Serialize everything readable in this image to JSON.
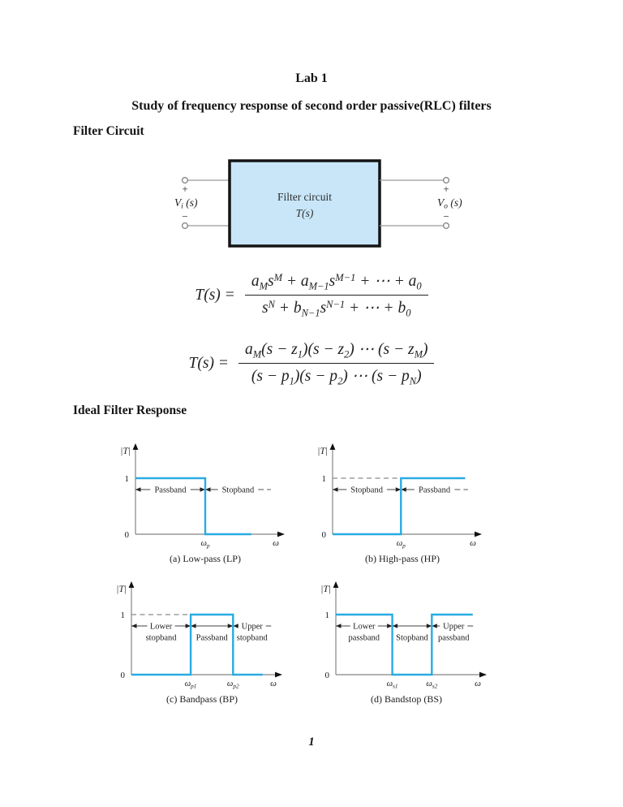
{
  "page": {
    "number": "1"
  },
  "header": {
    "title": "Lab 1",
    "subtitle": "Study of frequency response of second order passive(RLC) filters"
  },
  "sections": {
    "filter_circuit": "Filter Circuit",
    "ideal_filter_response": "Ideal Filter Response"
  },
  "colors": {
    "accent": "#29abe2",
    "circuit_box_fill": "#c8e6f8",
    "output_label": "#45a6d9",
    "axis": "#858585"
  },
  "circuit": {
    "box_line1": "Filter circuit",
    "box_line2": "T(s)",
    "input": {
      "plus": "+",
      "label": "V_[i] (s)",
      "minus": "−"
    },
    "output": {
      "plus": "+",
      "label": "V_[o] (s)",
      "minus": "−"
    }
  },
  "formulas": [
    {
      "lhs": "T(s) =",
      "num": "a_[M]s^[M] + a_[M−1]s^[M−1] + ⋯ + a_[0]",
      "den": "s^[N] + b_[N−1]s^[N−1] + ⋯ + b_[0]"
    },
    {
      "lhs": "T(s) =",
      "num": "a_[M](s − z_[1])(s − z_[2]) ⋯ (s − z_[M])",
      "den": "(s − p_[1])(s − p_[2]) ⋯ (s − p_[N])"
    }
  ],
  "chart_data": [
    {
      "type": "step",
      "id": "low-pass",
      "caption": "(a) Low-pass (LP)",
      "ylabel": "|T|",
      "xlabel": "ω",
      "yticks": [
        "1",
        "0"
      ],
      "ylim": [
        0,
        1
      ],
      "curve": [
        [
          0,
          1
        ],
        [
          0.5,
          1
        ],
        [
          0.5,
          0
        ],
        [
          0.83,
          0
        ]
      ],
      "dashed_ref": null,
      "bands": [
        {
          "x0": 0,
          "x1": 0.5,
          "lines": [
            "Passband"
          ],
          "right": "arrow"
        },
        {
          "x0": 0.5,
          "x1": 0.97,
          "lines": [
            "Stopband"
          ],
          "right": "dash"
        }
      ],
      "xticks": [
        {
          "x": 0.5,
          "label": "ω_[p]"
        }
      ]
    },
    {
      "type": "step",
      "id": "high-pass",
      "caption": "(b) High-pass (HP)",
      "ylabel": "|T|",
      "xlabel": "ω",
      "yticks": [
        "1",
        "0"
      ],
      "ylim": [
        0,
        1
      ],
      "curve": [
        [
          0,
          0
        ],
        [
          0.49,
          0
        ],
        [
          0.49,
          1
        ],
        [
          0.95,
          1
        ]
      ],
      "dashed_ref": [
        [
          0,
          1
        ],
        [
          0.49,
          1
        ]
      ],
      "bands": [
        {
          "x0": 0,
          "x1": 0.49,
          "lines": [
            "Stopband"
          ],
          "right": "arrow"
        },
        {
          "x0": 0.49,
          "x1": 0.97,
          "lines": [
            "Passband"
          ],
          "right": "dash"
        }
      ],
      "xticks": [
        {
          "x": 0.49,
          "label": "ω_[p]"
        }
      ]
    },
    {
      "type": "step",
      "id": "bandpass",
      "caption": "(c) Bandpass (BP)",
      "ylabel": "|T|",
      "xlabel": "ω",
      "yticks": [
        "1",
        "0"
      ],
      "ylim": [
        0,
        1
      ],
      "curve": [
        [
          0,
          0
        ],
        [
          0.42,
          0
        ],
        [
          0.42,
          1
        ],
        [
          0.72,
          1
        ],
        [
          0.72,
          0
        ],
        [
          0.93,
          0
        ]
      ],
      "dashed_ref": [
        [
          0,
          1
        ],
        [
          0.42,
          1
        ]
      ],
      "bands": [
        {
          "x0": 0,
          "x1": 0.42,
          "lines": [
            "Lower",
            "stopband"
          ],
          "right": "arrow"
        },
        {
          "x0": 0.42,
          "x1": 0.72,
          "lines": [
            "",
            "Passband"
          ],
          "right": "arrow"
        },
        {
          "x0": 0.72,
          "x1": 0.99,
          "lines": [
            "Upper",
            "stopband"
          ],
          "right": "dash"
        }
      ],
      "xticks": [
        {
          "x": 0.42,
          "label": "ω_[p1]"
        },
        {
          "x": 0.72,
          "label": "ω_[p2]"
        }
      ]
    },
    {
      "type": "step",
      "id": "bandstop",
      "caption": "(d) Bandstop (BS)",
      "ylabel": "|T|",
      "xlabel": "ω",
      "yticks": [
        "1",
        "0"
      ],
      "ylim": [
        0,
        1
      ],
      "curve": [
        [
          0,
          1
        ],
        [
          0.4,
          1
        ],
        [
          0.4,
          0
        ],
        [
          0.68,
          0
        ],
        [
          0.68,
          1
        ],
        [
          0.97,
          1
        ]
      ],
      "dashed_ref": null,
      "bands": [
        {
          "x0": 0,
          "x1": 0.4,
          "lines": [
            "Lower",
            "passband"
          ],
          "right": "arrow"
        },
        {
          "x0": 0.4,
          "x1": 0.68,
          "lines": [
            "",
            "Stopband"
          ],
          "right": "arrow"
        },
        {
          "x0": 0.68,
          "x1": 0.99,
          "lines": [
            "Upper",
            "passband"
          ],
          "right": "dash"
        }
      ],
      "xticks": [
        {
          "x": 0.4,
          "label": "ω_[s1]"
        },
        {
          "x": 0.68,
          "label": "ω_[s2]"
        }
      ]
    }
  ]
}
